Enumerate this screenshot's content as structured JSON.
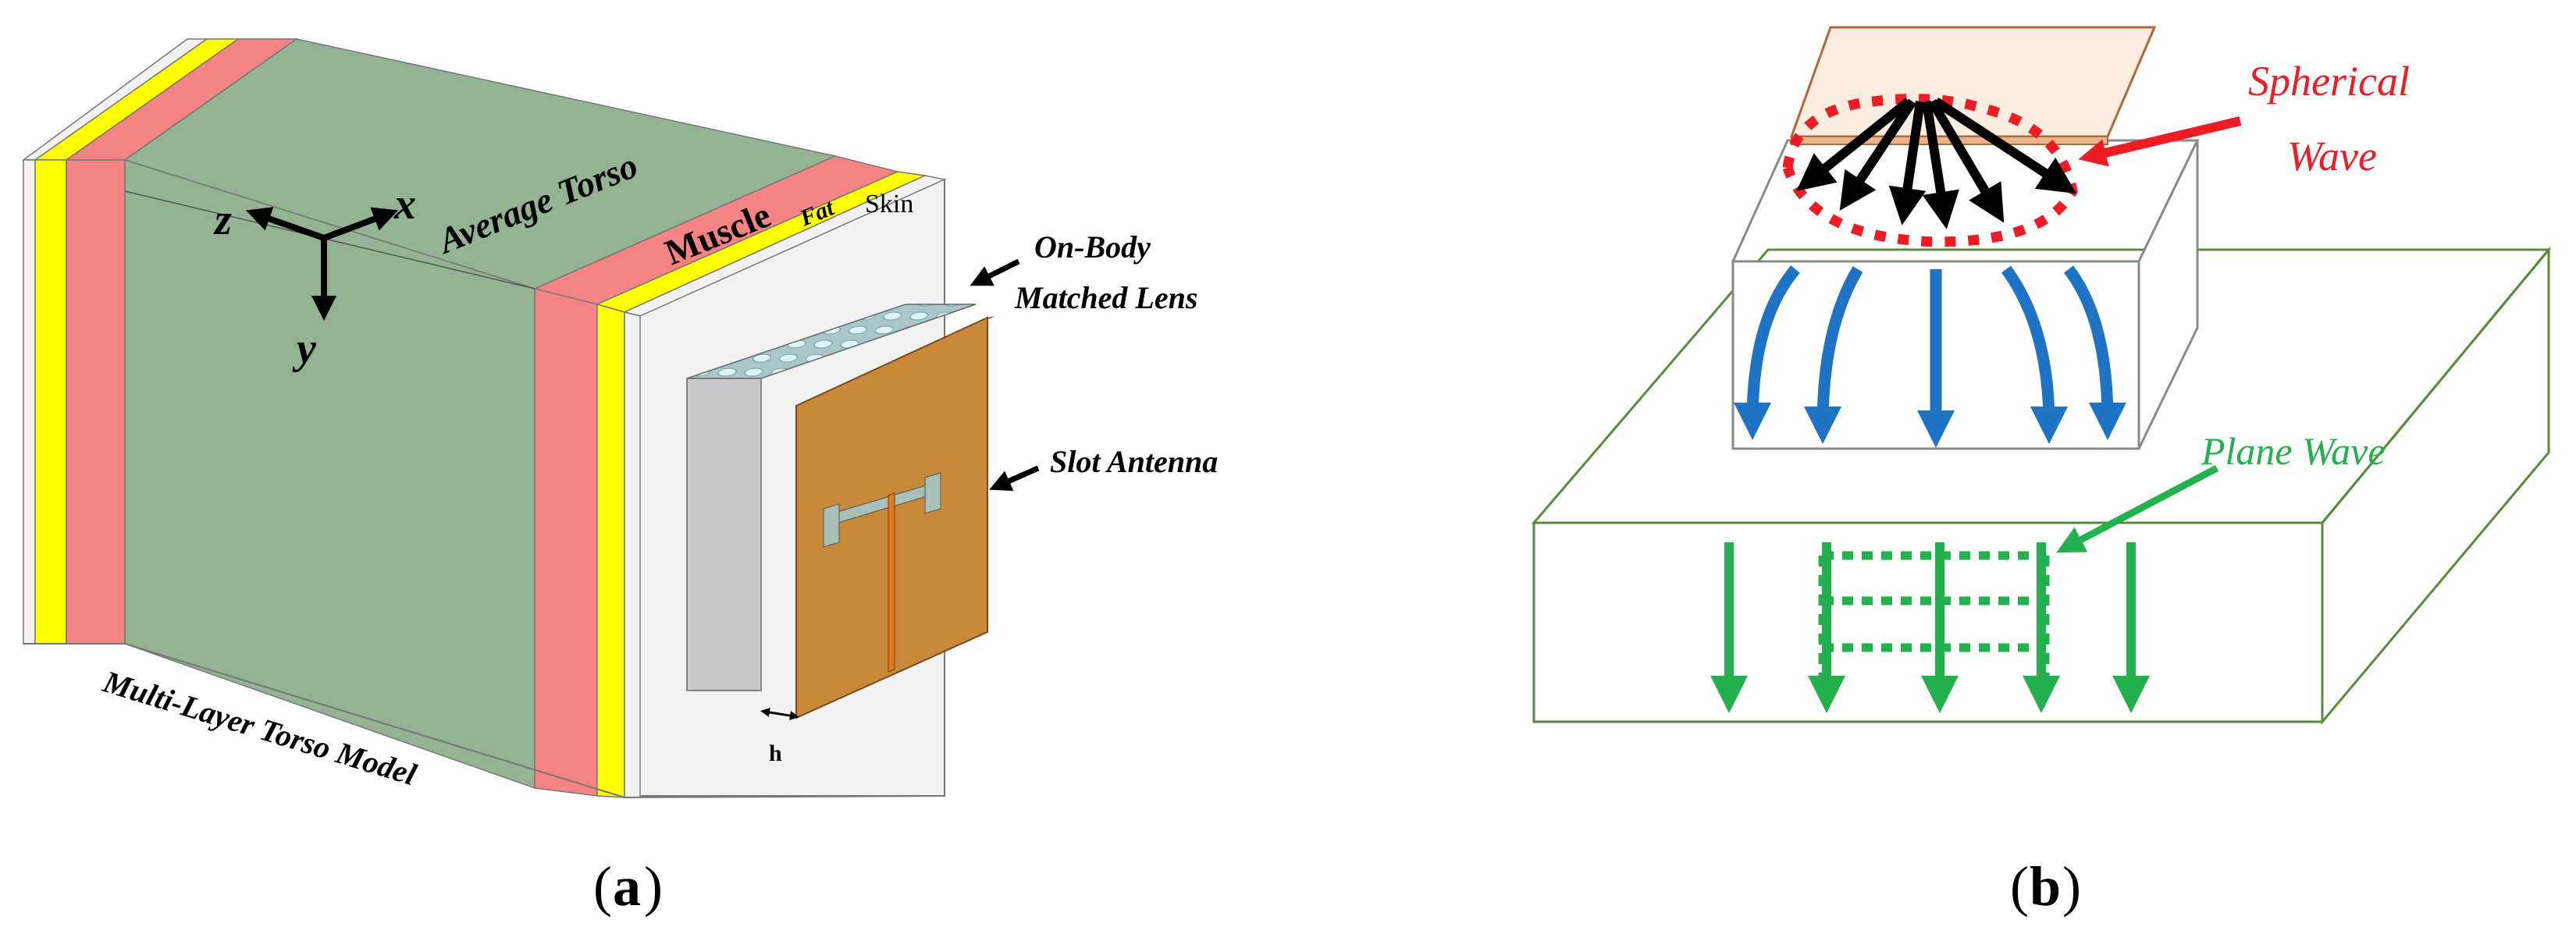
{
  "panel_a": {
    "caption_label": "a",
    "layers": {
      "average_torso": "Average Torso",
      "muscle": "Muscle",
      "fat": "Fat",
      "skin": "Skin"
    },
    "axes": {
      "x": "x",
      "y": "y",
      "z": "z"
    },
    "lens_label_line1": "On-Body",
    "lens_label_line2": "Matched Lens",
    "antenna_label": "Slot Antenna",
    "gap_label": "h",
    "model_label": "Multi-Layer Torso Model"
  },
  "panel_b": {
    "caption_label": "b",
    "spherical_line1": "Spherical",
    "spherical_line2": "Wave",
    "plane_wave": "Plane Wave"
  },
  "colors": {
    "torso": "#93b393",
    "muscle": "#f58383",
    "fat": "#ffff00",
    "skin": "#f2f2f2",
    "lens": "#c8c8c8",
    "antenna": "#c8893a",
    "spherical": "#ee1c25",
    "blue_arrows": "#1f73c4",
    "plane": "#22b14c",
    "box_outline": "#5a8a3c"
  }
}
